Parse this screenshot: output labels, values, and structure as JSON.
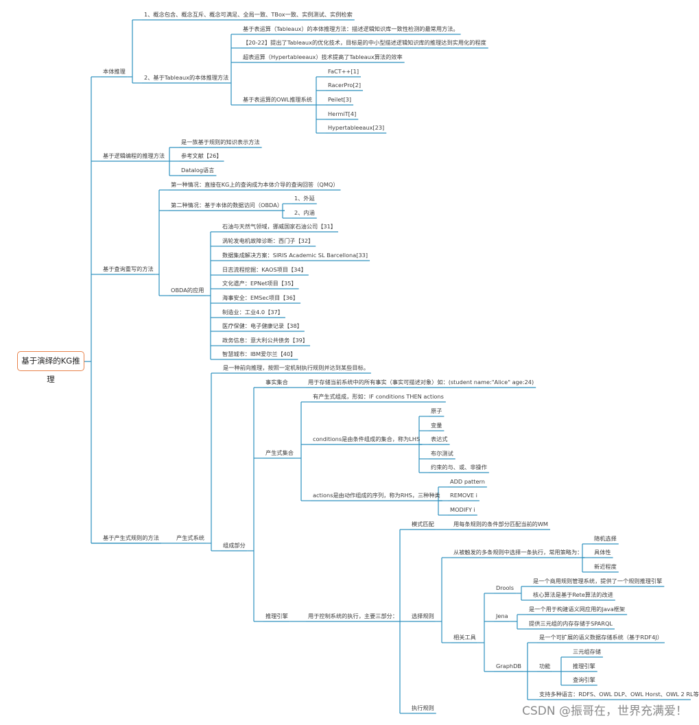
{
  "root": {
    "label": "基于演绎的KG推理"
  },
  "line_color": "#2a8fbd",
  "root_border_color": "#e8824a",
  "nodes": {
    "n1": "本体推理",
    "n1a": "1、概念包含、概念互斥、概念可满足、全局一致、TBox一致、实例测试、实例检索",
    "n1b": "2、基于Tableaux的本体推理方法",
    "n1b1": "基于表运算（Tableaux）的本体推理方法：描述逻辑知识库一致性检测的最常用方法。",
    "n1b2": "【20-22】提出了Tableaux的优化技术，目标是的中小型描述逻辑知识库的推理达到实用化的程度",
    "n1b3": "超表运算（Hypertableeaux）技术提高了Tableaux算法的效率",
    "n1b4": "基于表运算的OWL推理系统",
    "n1b4a": "FaCT++[1]",
    "n1b4b": "RacerPro[2]",
    "n1b4c": "Peilet[3]",
    "n1b4d": "HermiT[4]",
    "n1b4e": "Hypertableeaux[23]",
    "n2": "基于逻辑编程的推理方法",
    "n2a": "是一族基于规则的知识表示方法",
    "n2b": "参考文献【26】",
    "n2c": "Datalog语言",
    "n3": "基于查询重写的方法",
    "n3a": "第一种情况：直接在KG上的查询成为本体介导的查询回答（QMQ）",
    "n3b": "第二种情况：基于本体的数据访问（OBDA）",
    "n3b1": "1、外延",
    "n3b2": "2、内涵",
    "n3c": "OBDA的应用",
    "n3c1": "石油与天然气领域，挪威国家石油公司【31】",
    "n3c2": "涡轮发电机故障诊断：西门子【32】",
    "n3c3": "数据集成解决方案：SIRIS Academic SL Barcellona[33]",
    "n3c4": "日志流程挖掘：KAOS项目【34】",
    "n3c5": "文化遗产：EPNet项目【35】",
    "n3c6": "海事安全：EMSec项目【36】",
    "n3c7": "制造业：工业4.0【37】",
    "n3c8": "医疗保健：电子健康记录【38】",
    "n3c9": "政务信息：意大利公共债务【39】",
    "n3c10": "智慧城市：IBM爱尔兰【40】",
    "n4": "基于产生式规则的方法",
    "n4a": "产生式系统",
    "n4a1": "是一种前向推理，按照一定机制执行规则并达到某些目标。",
    "n4a2": "组成部分",
    "f1": "事实集合",
    "f1a": "用于存储当前系统中的所有事实（事实可描述对象）如：(student name:\"Alice\" age:24)",
    "f2": "产生式集合",
    "f2a": "有产生式组成，形如：IF conditions THEN actions",
    "f2b": "conditions是由条件组成的集合，称为LHS",
    "f2b1": "原子",
    "f2b2": "变量",
    "f2b3": "表达式",
    "f2b4": "布尔测试",
    "f2b5": "约束的与、或、非操作",
    "f2c": "actions是由动作组成的序列，称为RHS，三种种类",
    "f2c1": "ADD pattern",
    "f2c2": "REMOVE i",
    "f2c3": "MODIFY i",
    "f3": "推理引擎",
    "f3a": "用于控制系统的执行，主要三部分：",
    "m1": "模式匹配",
    "m1a": "用每条规则的条件部分匹配当前的WM",
    "m2": "选择规则",
    "m2a": "从被触发的多条规则中选择一条执行，常用策略为：",
    "m2a1": "随机选择",
    "m2a2": "具体性",
    "m2a3": "新近程度",
    "m2b": "相关工具",
    "d1": "Drools",
    "d1a": "是一个商用规则管理系统，提供了一个规则推理引擎",
    "d1b": "核心算法是基于Rete算法的改进",
    "j1": "Jena",
    "j1a": "是一个用于构建语义网应用的Java框架",
    "j1b": "提供三元组的内存存储于SPARQL",
    "g1": "GraphDB",
    "g1a": "是一个可扩展的语义数据存储系统（基于RDF4J）",
    "g1b": "功能",
    "g1b1": "三元组存储",
    "g1b2": "推理引擎",
    "g1b3": "查询引擎",
    "g1c": "支持多种语言：RDFS、OWL DLP、OWL Horst、OWL 2 RL等",
    "m3": "执行规则"
  },
  "watermark": "CSDN @振哥在，世界充满爱！"
}
